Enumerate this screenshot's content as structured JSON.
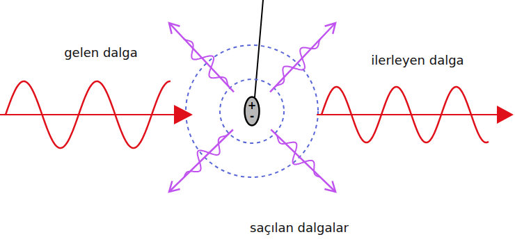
{
  "diagram": {
    "nodes": [
      {
        "text": [
          "+",
          "-"
        ]
      }
    ],
    "labels": [
      "gelen dalga",
      "ilerleyen dalga",
      "saçılan dalgalar"
    ]
  }
}
